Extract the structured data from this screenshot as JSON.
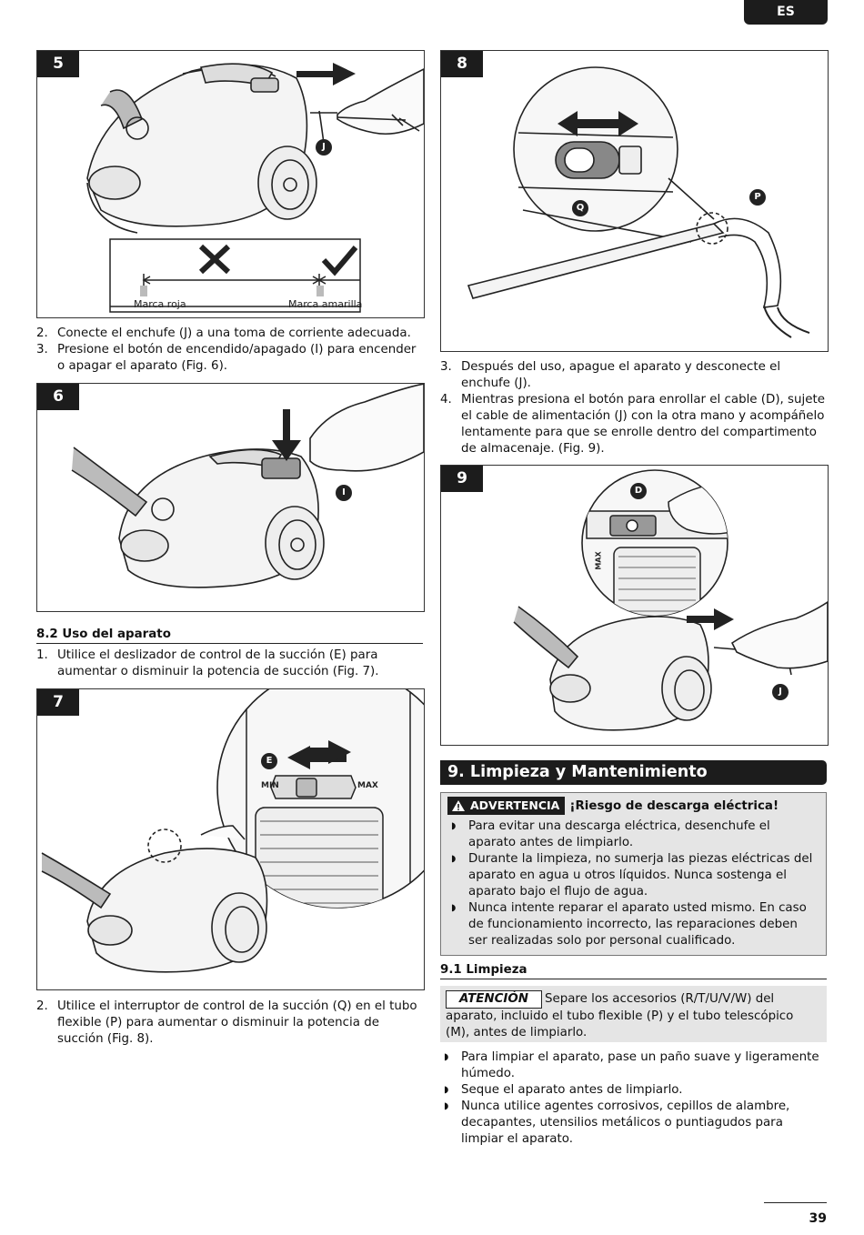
{
  "header": {
    "language": "ES"
  },
  "figures": {
    "f5": {
      "number": "5",
      "callout_j": "J",
      "bar_red": "Marca roja",
      "bar_yellow": "Marca amarilla"
    },
    "f6": {
      "number": "6",
      "callout_i": "I"
    },
    "f7": {
      "number": "7",
      "callout_e": "E",
      "min": "MIN",
      "max": "MAX"
    },
    "f8": {
      "number": "8",
      "callout_q": "Q",
      "callout_p": "P"
    },
    "f9": {
      "number": "9",
      "callout_d": "D",
      "callout_j": "J",
      "max": "MAX"
    }
  },
  "left": {
    "steps_a": [
      {
        "num": "2.",
        "text": "Conecte el enchufe (J) a una toma de corriente adecuada."
      },
      {
        "num": "3.",
        "text": "Presione el botón de encendido/apagado (I) para encender o apagar el aparato (Fig. 6)."
      }
    ],
    "section_82": "8.2 Uso del aparato",
    "steps_b": [
      {
        "num": "1.",
        "text": "Utilice el deslizador de control de la succión (E) para aumentar o disminuir la potencia de succión (Fig. 7)."
      }
    ],
    "steps_c": [
      {
        "num": "2.",
        "text": "Utilice el interruptor de control de la succión (Q) en el tubo flexible (P) para aumentar o disminuir la potencia de succión (Fig. 8)."
      }
    ]
  },
  "right": {
    "steps_a": [
      {
        "num": "3.",
        "text": "Después del uso, apague el aparato y desconecte el enchufe (J)."
      },
      {
        "num": "4.",
        "text": "Mientras presiona el botón para enrollar el cable (D), sujete el cable de alimentación (J) con la otra mano y acompáñelo lentamente para que se enrolle dentro del compartimento de almacenaje. (Fig. 9)."
      }
    ],
    "section_9": "9. Limpieza y Mantenimiento",
    "warning": {
      "label": "ADVERTENCIA",
      "title": "¡Riesgo de descarga eléctrica!",
      "items": [
        "Para evitar una descarga eléctrica, desenchufe el aparato antes de limpiarlo.",
        "Durante la limpieza, no sumerja las piezas eléctricas del aparato en agua u otros líquidos. Nunca sostenga el aparato bajo el flujo de agua.",
        "Nunca intente reparar el aparato usted mismo. En caso de funcionamiento incorrecto, las reparaciones deben ser realizadas solo por personal cualificado."
      ]
    },
    "section_91": "9.1 Limpieza",
    "attention": {
      "label": "ATENCIÓN",
      "text": "Separe los accesorios (R/T/U/V/W) del aparato, incluido el tubo flexible (P) y el tubo telescópico (M), antes de limpiarlo."
    },
    "bullets": [
      "Para limpiar el aparato, pase un paño suave y ligeramente húmedo.",
      "Seque el aparato antes de limpiarlo.",
      "Nunca utilice agentes corrosivos, cepillos de alambre, decapantes, utensilios metálicos o puntiagudos para limpiar el aparato."
    ]
  },
  "footer": {
    "page": "39"
  }
}
